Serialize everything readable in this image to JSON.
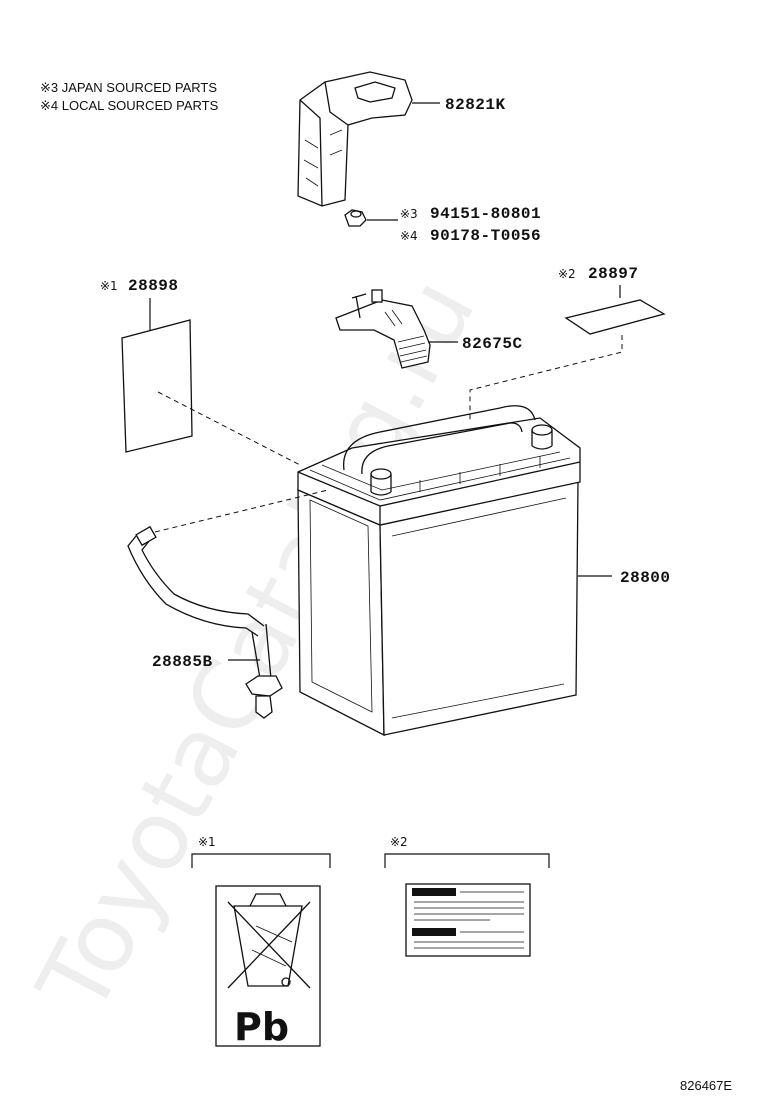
{
  "notes": {
    "japan": "※3 JAPAN SOURCED PARTS",
    "local": "※4 LOCAL SOURCED PARTS"
  },
  "parts": {
    "cover": "82821K",
    "nut_japan_mark": "※3",
    "nut_japan": "94151-80801",
    "nut_local_mark": "※4",
    "nut_local": "90178-T0056",
    "label_left_mark": "※1",
    "label_left": "28898",
    "label_right_mark": "※2",
    "label_right": "28897",
    "sensor": "82675C",
    "battery": "28800",
    "hose": "28885B"
  },
  "details": {
    "detail1_mark": "※1",
    "detail2_mark": "※2",
    "pb_text": "Pb"
  },
  "watermark": "ToyotaCatalog.ru",
  "diagram_code": "826467E"
}
